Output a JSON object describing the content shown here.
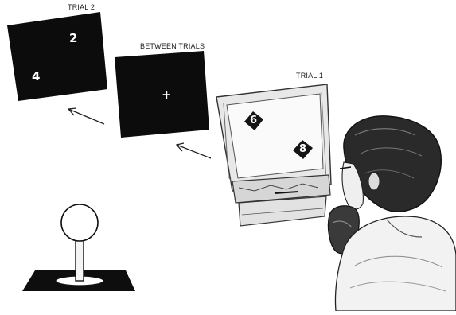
{
  "labels": {
    "trial2": "TRIAL 2",
    "between": "BETWEEN TRIALS",
    "trial1": "TRIAL 1"
  },
  "screens": {
    "trial2": {
      "numbers": [
        "2",
        "4"
      ]
    },
    "between": {
      "symbol": "+"
    },
    "trial1": {
      "numbers": [
        "6",
        "8"
      ]
    }
  },
  "icons": [
    "arrow-icon",
    "joystick-icon",
    "monitor-icon",
    "participant-figure"
  ],
  "colors": {
    "screen": "#0c0c0c",
    "ink": "#1e1e1e",
    "background": "#ffffff"
  }
}
